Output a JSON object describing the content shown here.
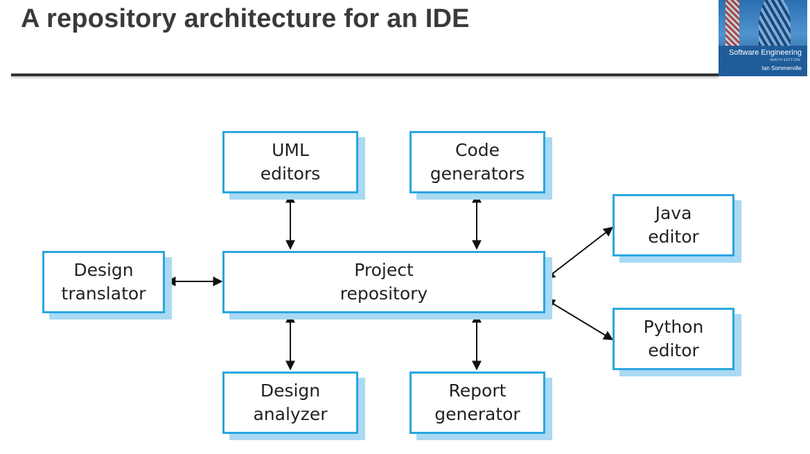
{
  "slide": {
    "title": "A repository architecture for an IDE"
  },
  "book_cover": {
    "title": "Software Engineering",
    "edition": "NINTH EDITION",
    "author": "Ian Sommerville"
  },
  "diagram": {
    "nodes": {
      "uml_editors": "UML\neditors",
      "code_generators": "Code\ngenerators",
      "java_editor": "Java\neditor",
      "design_translator": "Design\ntranslator",
      "project_repository": "Project\nrepository",
      "python_editor": "Python\neditor",
      "design_analyzer": "Design\nanalyzer",
      "report_generator": "Report\ngenerator"
    },
    "edges": [
      {
        "from": "uml_editors",
        "to": "project_repository",
        "bidirectional": true
      },
      {
        "from": "code_generators",
        "to": "project_repository",
        "bidirectional": true
      },
      {
        "from": "java_editor",
        "to": "project_repository",
        "bidirectional": true
      },
      {
        "from": "design_translator",
        "to": "project_repository",
        "bidirectional": true
      },
      {
        "from": "python_editor",
        "to": "project_repository",
        "bidirectional": true
      },
      {
        "from": "design_analyzer",
        "to": "project_repository",
        "bidirectional": true
      },
      {
        "from": "report_generator",
        "to": "project_repository",
        "bidirectional": true
      }
    ]
  }
}
